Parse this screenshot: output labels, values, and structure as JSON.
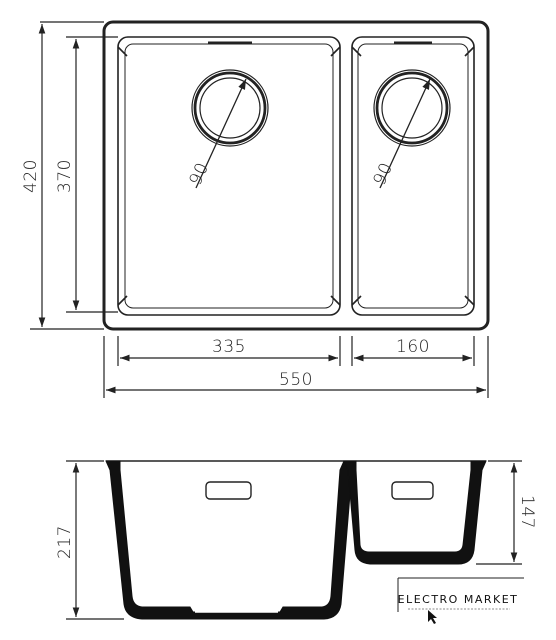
{
  "top_view": {
    "overall_width": "550",
    "big_bowl_width": "335",
    "small_bowl_width": "160",
    "overall_depth": "420",
    "bowl_depth": "370",
    "big_drain_diameter": "90",
    "small_drain_diameter": "90"
  },
  "side_view": {
    "big_bowl_height": "217",
    "small_bowl_height": "147"
  },
  "logo": {
    "name": "ELECTRO MARKET"
  }
}
